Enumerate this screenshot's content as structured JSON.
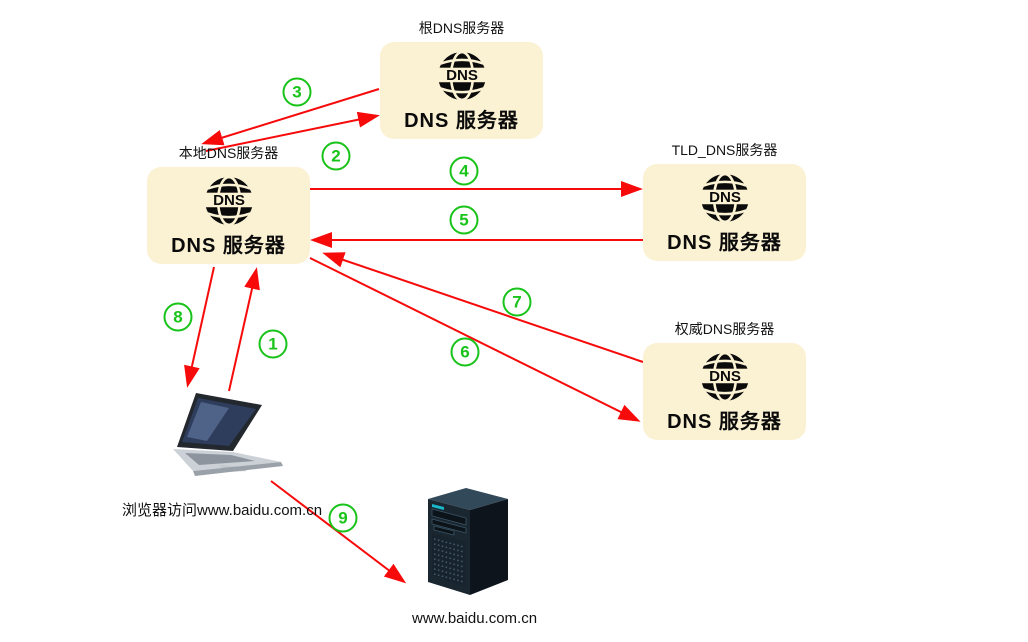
{
  "nodes": {
    "root": {
      "title": "根DNS服务器",
      "box_label": "DNS 服务器"
    },
    "local": {
      "title": "本地DNS服务器",
      "box_label": "DNS 服务器"
    },
    "tld": {
      "title": "TLD_DNS服务器",
      "box_label": "DNS 服务器"
    },
    "auth": {
      "title": "权威DNS服务器",
      "box_label": "DNS 服务器"
    }
  },
  "icon_text": "DNS",
  "client_caption": "浏览器访问www.baidu.com.cn",
  "webserver_caption": "www.baidu.com.cn",
  "steps": [
    "1",
    "2",
    "3",
    "4",
    "5",
    "6",
    "7",
    "8",
    "9"
  ],
  "colors": {
    "arrow_red": "#F70A0A",
    "step_green": "#19C319",
    "node_fill": "#FBF1D3"
  }
}
